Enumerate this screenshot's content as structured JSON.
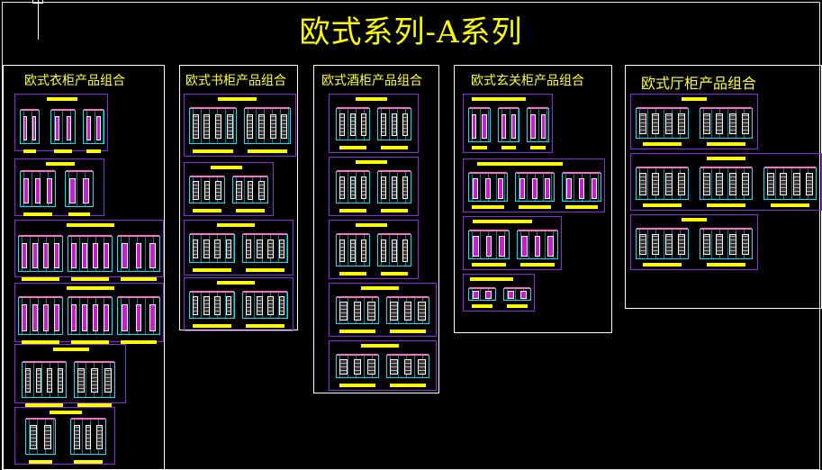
{
  "page": {
    "title": "欧式系列-A系列"
  },
  "panels": [
    {
      "key": "wardrobe",
      "title": "欧式衣柜产品组合"
    },
    {
      "key": "bookcase",
      "title": "欧式书柜产品组合"
    },
    {
      "key": "wine",
      "title": "欧式酒柜产品组合"
    },
    {
      "key": "entry",
      "title": "欧式玄关柜产品组合"
    },
    {
      "key": "living",
      "title": "欧式厅柜产品组合"
    }
  ],
  "colors": {
    "background": "#000000",
    "title": "#ffff00",
    "frame": "#ffffff",
    "group_border": "#8a2be2",
    "cabinet_line": "#00e5ff",
    "door_fill": "#c81ed0",
    "label_bar": "#ffff00"
  }
}
